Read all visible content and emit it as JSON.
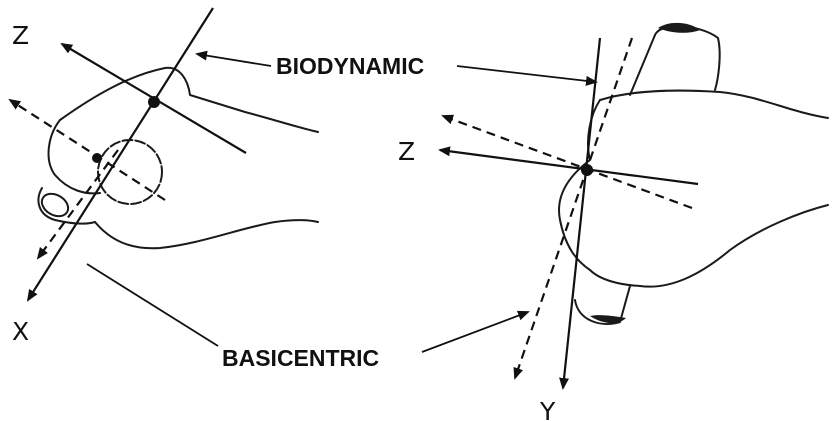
{
  "diagram": {
    "callouts": {
      "biodynamic": "BIODYNAMIC",
      "basicentric": "BASICENTRIC"
    },
    "axis_labels": {
      "left_z": "Z",
      "left_x": "X",
      "right_z": "Z",
      "right_y": "Y"
    }
  }
}
